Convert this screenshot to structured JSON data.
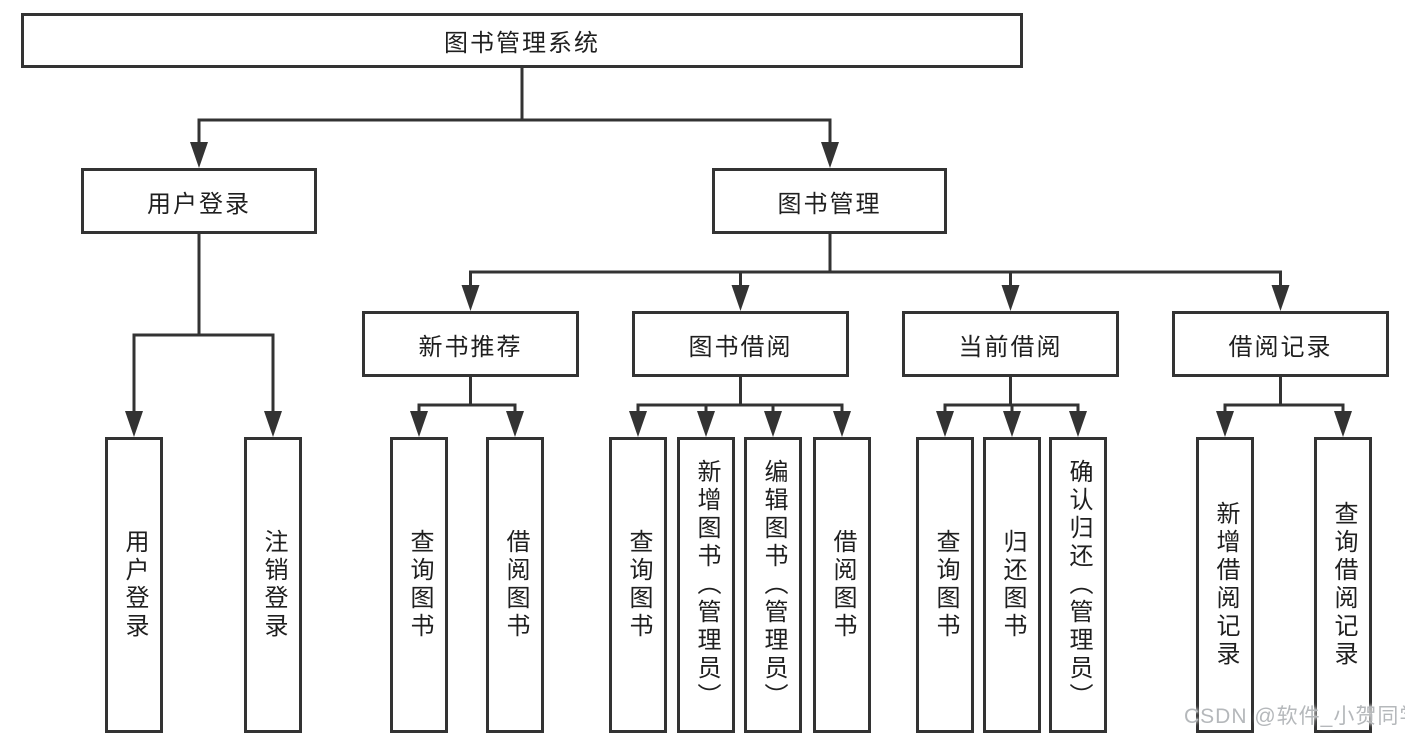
{
  "diagram": {
    "type": "tree",
    "background": "#ffffff",
    "line_color": "#333333",
    "text_color": "#1f1f1f",
    "root": {
      "label": "图书管理系统",
      "children": [
        {
          "label": "用户登录",
          "children": [
            {
              "label": "用户登录"
            },
            {
              "label": "注销登录"
            }
          ]
        },
        {
          "label": "图书管理",
          "children": [
            {
              "label": "新书推荐",
              "children": [
                {
                  "label": "查询图书"
                },
                {
                  "label": "借阅图书"
                }
              ]
            },
            {
              "label": "图书借阅",
              "children": [
                {
                  "label": "查询图书"
                },
                {
                  "label": "新增图书（管理员）"
                },
                {
                  "label": "编辑图书（管理员）"
                },
                {
                  "label": "借阅图书"
                }
              ]
            },
            {
              "label": "当前借阅",
              "children": [
                {
                  "label": "查询图书"
                },
                {
                  "label": "归还图书"
                },
                {
                  "label": "确认归还（管理员）"
                }
              ]
            },
            {
              "label": "借阅记录",
              "children": [
                {
                  "label": "新增借阅记录"
                },
                {
                  "label": "查询借阅记录"
                }
              ]
            }
          ]
        }
      ]
    }
  },
  "watermark": {
    "text": "CSDN @软件_小贺同学",
    "color": "#b5b8bb"
  }
}
